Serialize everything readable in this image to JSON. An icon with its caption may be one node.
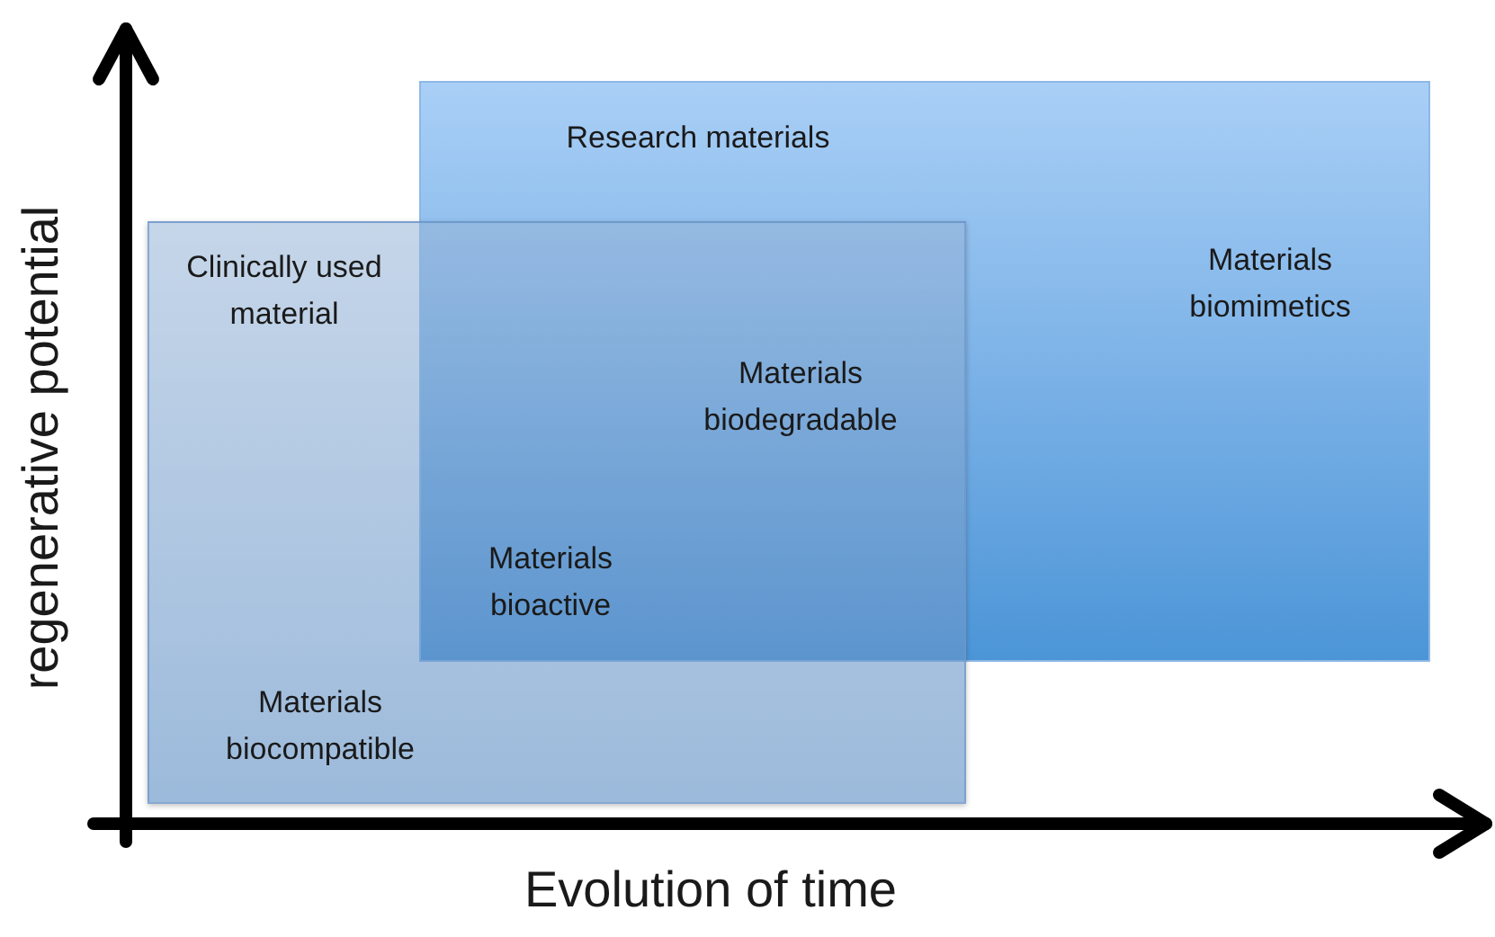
{
  "diagram": {
    "nodes": [
      {
        "text": [
          "Research materials",
          "Materials biomimetics"
        ]
      },
      {
        "text": [
          "Clinically used material",
          "Materials biocompatible"
        ]
      }
    ],
    "labels": [
      "Materials biodegradable",
      "Materials bioactive",
      "regenerative potential",
      "Evolution of time"
    ]
  }
}
